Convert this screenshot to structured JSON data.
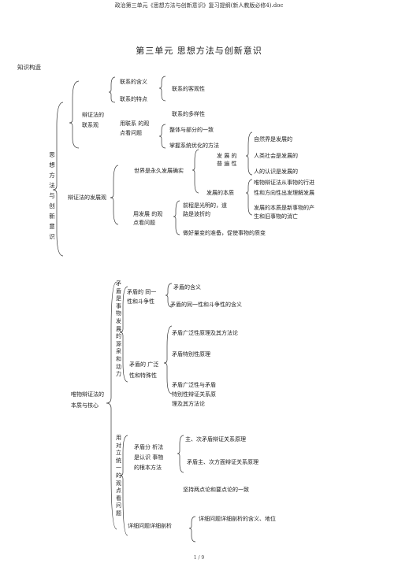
{
  "header": "政治第三单元《思想方法与创新意识》复习提纲(新人教版必修4).doc",
  "title": "第三单元     思想方法与创新意识",
  "section_label": "知识构造",
  "page_number": "1 / 9",
  "part1": {
    "root": "思想方法与创新意识",
    "b1": {
      "l1": "辩证法的",
      "l2": "联系观"
    },
    "b1a_l1": "联系的含义",
    "b1a_l2": "联系的特点",
    "b1a_r": "联系的客观性",
    "b1a_r2": "联系的多样性",
    "b1b_l1": "用联系    的观",
    "b1b_l2": "点看问题",
    "b1b_r1": "整体与部分的一致",
    "b1b_r2": "掌握系统优化的方法",
    "b2": "辩证法的发展观",
    "b2a": "世界是永久发展确实",
    "dev_l1": "发  展  的",
    "dev_l2": "普  遍  性",
    "dev_r1": "自然界是发展的",
    "dev_r2": "人类社会是发展的",
    "dev_r3": "人的认识是发展的",
    "essence": "发展的本质",
    "ess_r1": "唯物辩证法从事物的行进",
    "ess_r2": "性和方向性出发理解发展",
    "ess_r3": "发展的本质是新事物的产",
    "ess_r4": "生和旧事物的消亡",
    "b2b_l1": "用发展    的观",
    "b2b_l2": "点看问题",
    "b2b_m1": "前程是光明的，道",
    "b2b_m2": "路是波折的",
    "b2b_m3": "做好量变的准备，促使事物的质变"
  },
  "part2": {
    "core_l1": "唯物辩证法的",
    "core_l2": "本质与核心",
    "v1": "矛盾是事物发展的源泉和动力",
    "c1_l1": "矛盾的    同一",
    "c1_l2": "性和斗争性",
    "c1_r1": "矛盾的含义",
    "c1_r2": "矛盾的同一性和斗争性的含义",
    "c2_l1": "矛盾的    广泛",
    "c2_l2": "性和特殊性",
    "c2_r1": "矛盾广泛性原理及其方法论",
    "c2_r2": "矛盾特别性原理",
    "c2_r3": "矛盾广泛性与矛盾",
    "c2_r4": "特别性辩证关系原",
    "c2_r5": "理及其方法论",
    "v2": "用对立统一的观点看问题",
    "c3_l1": "矛盾分    析法",
    "c3_l2": "是认识    事物",
    "c3_l3": "的根本方法",
    "c3_r1": "主、次矛盾辩证关系原理",
    "c3_r2": "矛盾主、次方面辩证关系原理",
    "c3_r3": "坚持两点论和要点论的一致",
    "c4": "详细问题详细剖析",
    "c4_r": "详细问题详细剖析的含义、地位"
  }
}
